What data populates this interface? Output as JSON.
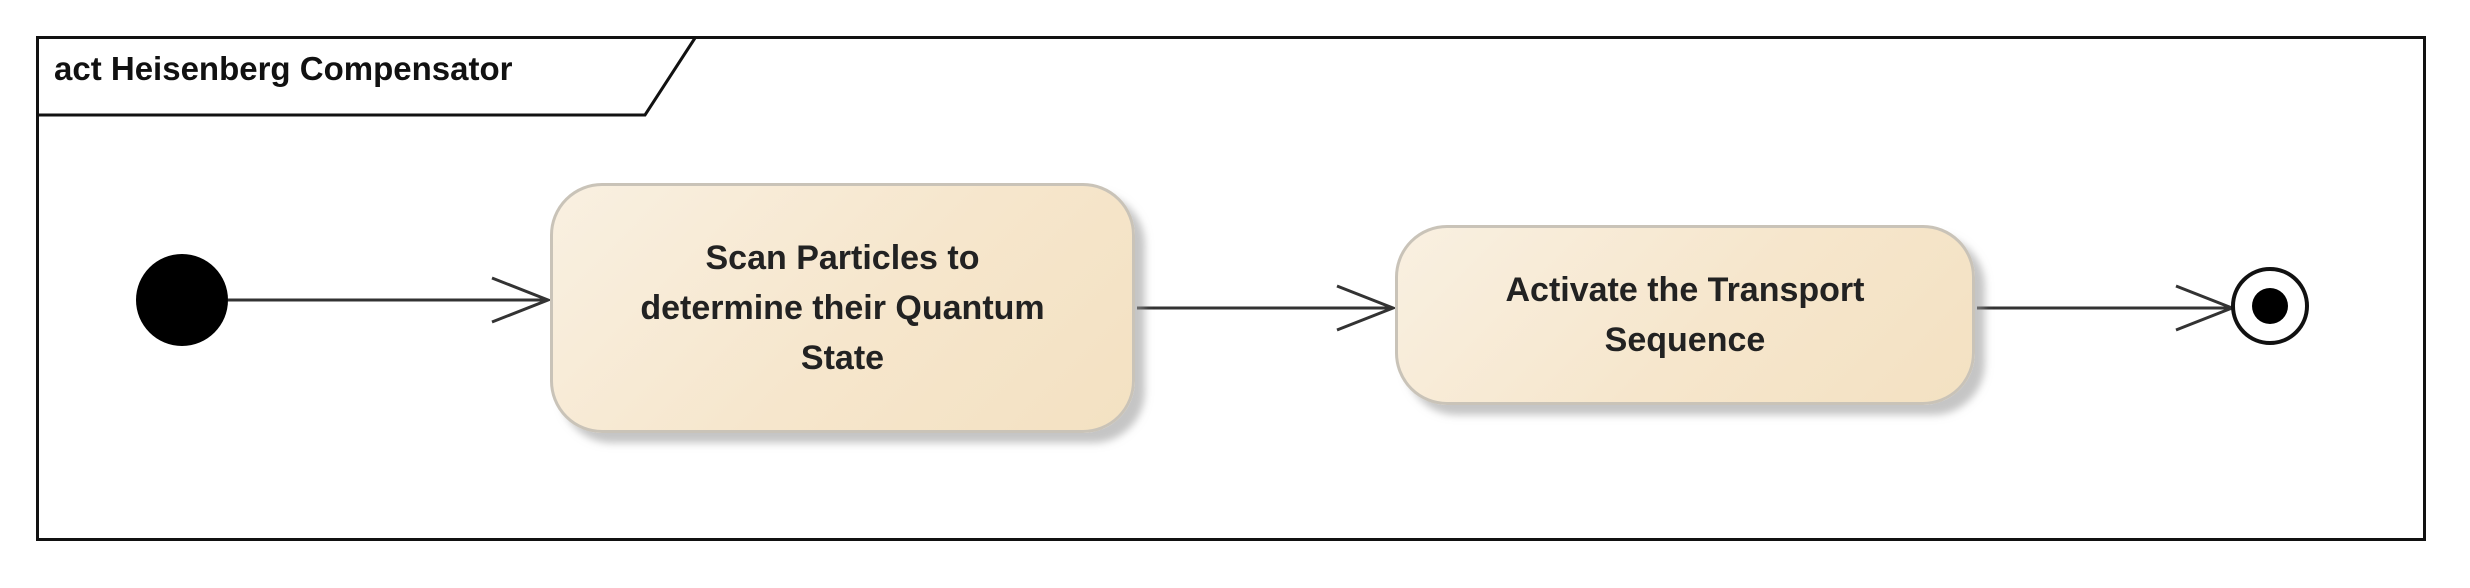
{
  "frame": {
    "title": "act Heisenberg Compensator"
  },
  "nodes": {
    "initial": "initial-node",
    "actions": [
      {
        "id": "scan",
        "label": "Scan Particles to\ndetermine their Quantum\nState"
      },
      {
        "id": "activate",
        "label": "Activate the Transport\nSequence"
      }
    ],
    "final": "activity-final-node"
  },
  "flows": [
    {
      "from": "initial",
      "to": "scan"
    },
    {
      "from": "scan",
      "to": "activate"
    },
    {
      "from": "activate",
      "to": "final"
    }
  ]
}
